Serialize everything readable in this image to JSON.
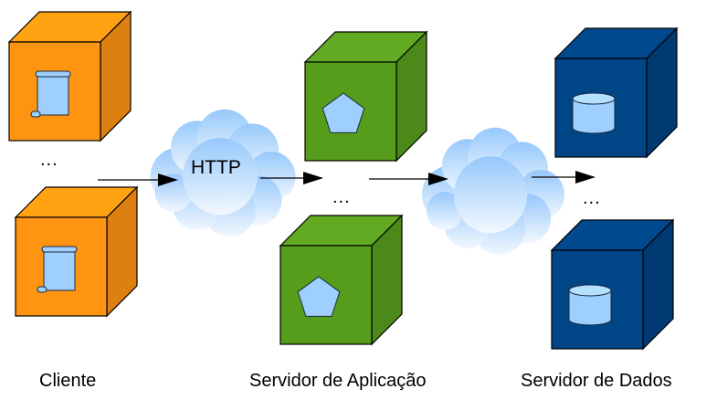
{
  "diagram": {
    "title": "Client / Application Server / Data Server architecture",
    "tiers": [
      {
        "id": "client",
        "label": "Cliente",
        "icon": "scroll-icon",
        "colors": {
          "front": "#ff9411",
          "top": "#ffa214",
          "side": "#dd8010"
        }
      },
      {
        "id": "app",
        "label": "Servidor de Aplicação",
        "icon": "pentagon-icon",
        "colors": {
          "front": "#579d1c",
          "top": "#62aa21",
          "side": "#4b891a"
        }
      },
      {
        "id": "data",
        "label": "Servidor de Dados",
        "icon": "database-icon",
        "colors": {
          "front": "#004586",
          "top": "#00498e",
          "side": "#003a72"
        }
      }
    ],
    "ellipsis": "...",
    "clouds": [
      {
        "id": "cloud-http",
        "label": "HTTP"
      },
      {
        "id": "cloud-db",
        "label": ""
      }
    ],
    "icon_fill": "#9ecfff",
    "cloud_gradient": [
      "#96c8fb",
      "#f0f7ff"
    ]
  }
}
